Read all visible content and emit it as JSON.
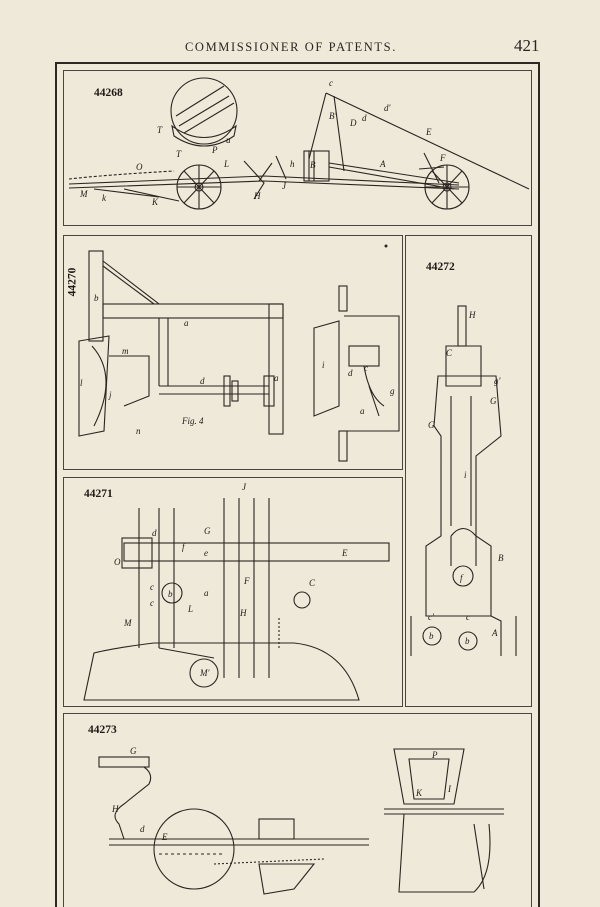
{
  "header": {
    "running_title": "COMMISSIONER OF PATENTS.",
    "page_number": "421"
  },
  "figures": [
    {
      "id": "44268",
      "labels": [
        "c",
        "B'",
        "d'",
        "D",
        "d",
        "E",
        "A",
        "F",
        "T",
        "u",
        "P",
        "T",
        "O",
        "L",
        "h",
        "B",
        "J",
        "H",
        "M",
        "k",
        "K"
      ]
    },
    {
      "id": "44270",
      "labels": [
        "b",
        "a",
        "m",
        "l",
        "j",
        "n",
        "d",
        "a",
        "Fig. 4",
        "i",
        "d",
        "c",
        "a",
        "g"
      ]
    },
    {
      "id": "44272",
      "labels": [
        "H",
        "C",
        "g'",
        "G",
        "G",
        "i",
        "B",
        "f",
        "c'",
        "c",
        "b",
        "b",
        "A"
      ]
    },
    {
      "id": "44271",
      "labels": [
        "J",
        "d",
        "G",
        "f",
        "e",
        "O",
        "E",
        "C",
        "c",
        "c",
        "b",
        "a",
        "F",
        "L",
        "H",
        "M",
        "M'"
      ]
    },
    {
      "id": "44273",
      "labels": [
        "G",
        "H",
        "d",
        "E",
        "P",
        "K",
        "I"
      ]
    }
  ]
}
